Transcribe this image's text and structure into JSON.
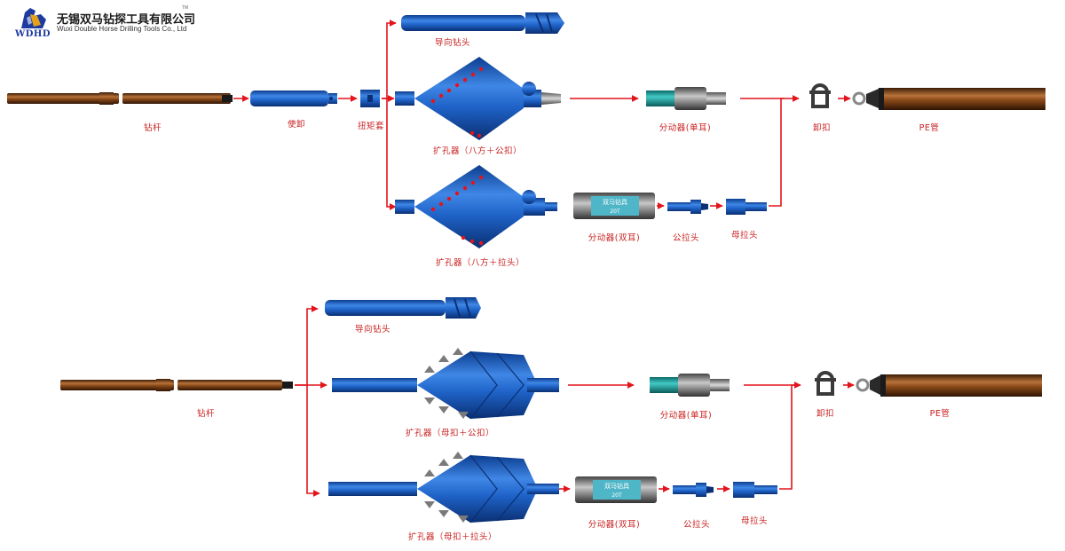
{
  "company": {
    "name_cn": "无锡双马钻探工具有限公司",
    "name_en": "Wuxi Double Horse Drilling Tools Co., Ltd",
    "abbr": "WDHD",
    "tm": "TM"
  },
  "colors": {
    "arrow": "#e3141c",
    "tool_blue": "#1f63c8",
    "pipe_brown": "#6e3a12",
    "label_red": "#c81e1e"
  },
  "top": {
    "drill_rod": "钻杆",
    "adapter": "使卸",
    "torque_sleeve": "扭矩套",
    "pilot_bit": "导向钻头",
    "reamer_a": "扩孔器（八方＋公扣）",
    "reamer_b": "扩孔器（八方＋拉头）",
    "swivel_single": "分动器(单耳)",
    "swivel_double": "分动器(双耳)",
    "male_puller": "公拉头",
    "female_puller": "母拉头",
    "shackle": "卸扣",
    "pe_pipe": "PE管"
  },
  "bottom": {
    "drill_rod": "钻杆",
    "pilot_bit": "导向钻头",
    "reamer_a": "扩孔器（母扣＋公扣）",
    "reamer_b": "扩孔器（母扣＋拉头）",
    "swivel_single": "分动器(单耳)",
    "swivel_double": "分动器(双耳)",
    "male_puller": "公拉头",
    "female_puller": "母拉头",
    "shackle": "卸扣",
    "pe_pipe": "PE管"
  },
  "swivel_plate_text": "双马钻具",
  "swivel_plate_sub": "20T"
}
